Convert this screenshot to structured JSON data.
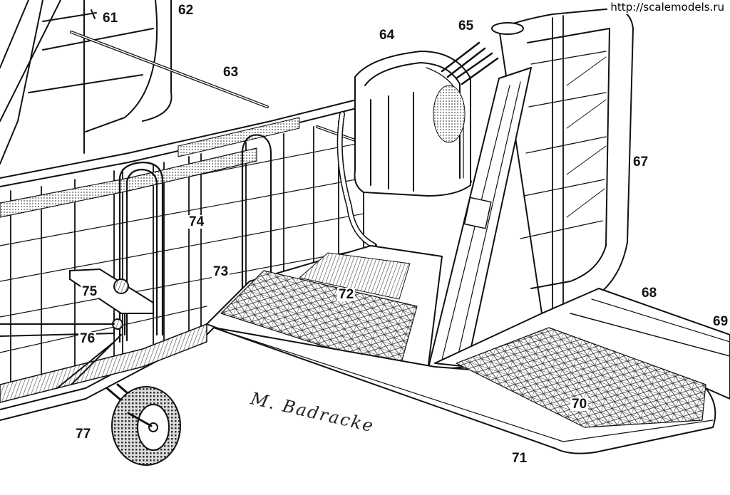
{
  "watermark": "http://scalemodels.ru",
  "signature": "M. Badracke",
  "callouts": {
    "n61": "61",
    "n62": "62",
    "n63": "63",
    "n64": "64",
    "n65": "65",
    "n67": "67",
    "n68": "68",
    "n69": "69",
    "n70": "70",
    "n71": "71",
    "n72": "72",
    "n73": "73",
    "n74": "74",
    "n75": "75",
    "n76": "76",
    "n77": "77"
  },
  "colors": {
    "ink": "#111111",
    "paper": "#ffffff",
    "hatch": "#8a8a8a"
  }
}
